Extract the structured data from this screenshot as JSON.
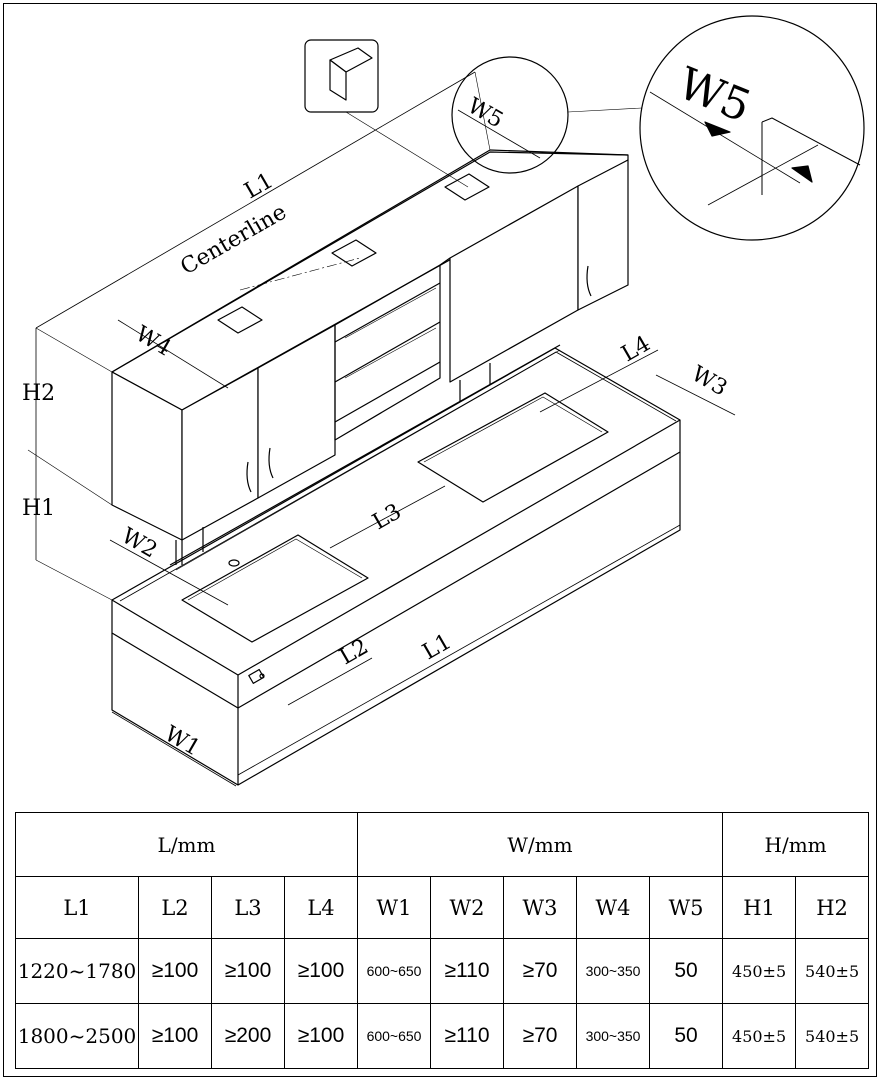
{
  "labels": {
    "L1_top": "L1",
    "L1_bottom": "L1",
    "L2": "L2",
    "L3": "L3",
    "L4": "L4",
    "W1": "W1",
    "W2": "W2",
    "W3": "W3",
    "W4": "W4",
    "W5": "W5",
    "W5_detail": "W5",
    "H1": "H1",
    "H2": "H2",
    "centerline": "Centerline"
  },
  "table": {
    "groups": [
      "L/mm",
      "W/mm",
      "H/mm"
    ],
    "headers": [
      "L1",
      "L2",
      "L3",
      "L4",
      "W1",
      "W2",
      "W3",
      "W4",
      "W5",
      "H1",
      "H2"
    ],
    "rows": [
      [
        "1220~1780",
        "≥100",
        "≥100",
        "≥100",
        "600~650",
        "≥110",
        "≥70",
        "300~350",
        "50",
        "450±5",
        "540±5"
      ],
      [
        "1800~2500",
        "≥100",
        "≥200",
        "≥100",
        "600~650",
        "≥110",
        "≥70",
        "300~350",
        "50",
        "450±5",
        "540±5"
      ]
    ]
  }
}
